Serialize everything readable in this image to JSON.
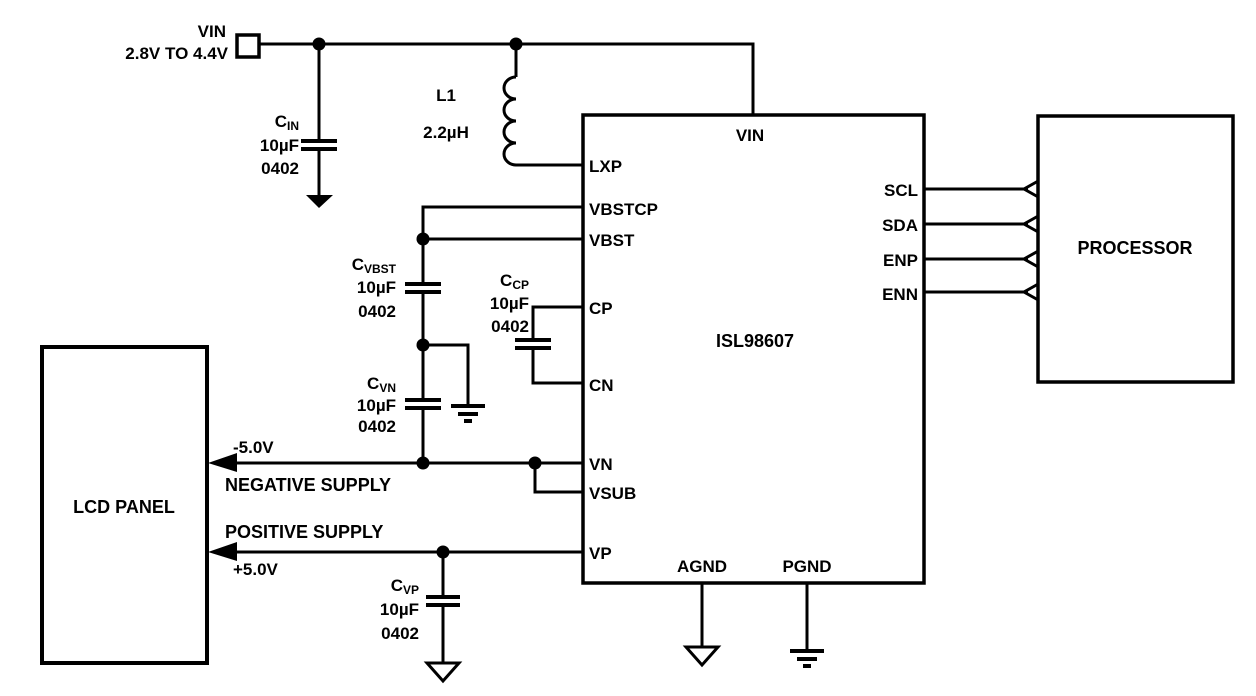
{
  "input": {
    "name": "VIN",
    "range": "2.8V TO 4.4V"
  },
  "inductor": {
    "ref": "L1",
    "value": "2.2µH"
  },
  "caps": {
    "cin": {
      "ref": "C",
      "sub": "IN",
      "value": "10µF",
      "pkg": "0402"
    },
    "cvbst": {
      "ref": "C",
      "sub": "VBST",
      "value": "10µF",
      "pkg": "0402"
    },
    "cvn": {
      "ref": "C",
      "sub": "VN",
      "value": "10µF",
      "pkg": "0402"
    },
    "ccp": {
      "ref": "C",
      "sub": "CP",
      "value": "10µF",
      "pkg": "0402"
    },
    "cvp": {
      "ref": "C",
      "sub": "VP",
      "value": "10µF",
      "pkg": "0402"
    }
  },
  "ic": {
    "part": "ISL98607",
    "pins": {
      "vin": "VIN",
      "lxp": "LXP",
      "vbstcp": "VBSTCP",
      "vbst": "VBST",
      "cp": "CP",
      "cn": "CN",
      "vn": "VN",
      "vsub": "VSUB",
      "vp": "VP",
      "scl": "SCL",
      "sda": "SDA",
      "enp": "ENP",
      "enn": "ENN",
      "agnd": "AGND",
      "pgnd": "PGND"
    }
  },
  "processor": {
    "label": "PROCESSOR"
  },
  "lcd": {
    "label": "LCD PANEL"
  },
  "supplies": {
    "negative": {
      "voltage": "-5.0V",
      "label": "NEGATIVE SUPPLY"
    },
    "positive": {
      "voltage": "+5.0V",
      "label": "POSITIVE SUPPLY"
    }
  },
  "colors": {
    "ink": "#000000",
    "background": "#ffffff"
  }
}
